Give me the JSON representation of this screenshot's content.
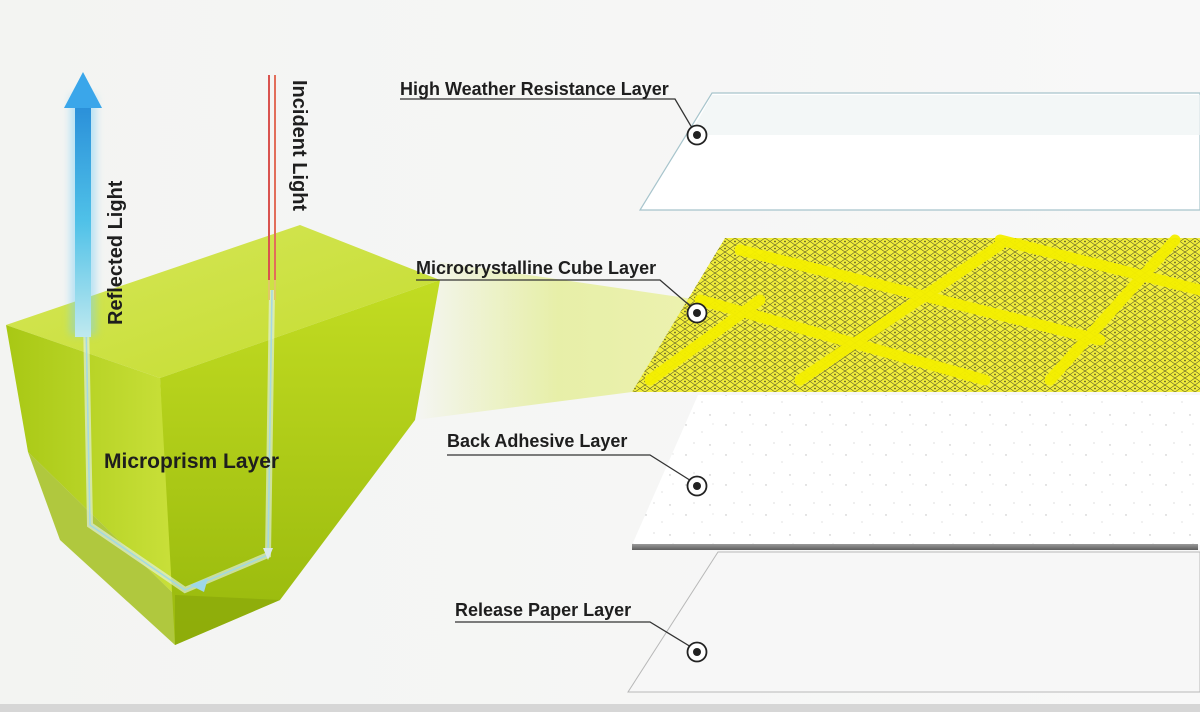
{
  "arrows": {
    "reflected": "Reflected Light",
    "incident": "Incident Light"
  },
  "prism": {
    "label": "Microprism Layer"
  },
  "layers": [
    {
      "label": "High Weather Resistance Layer"
    },
    {
      "label": "Microcrystalline Cube Layer"
    },
    {
      "label": "Back Adhesive Layer"
    },
    {
      "label": "Release Paper Layer"
    }
  ],
  "colors": {
    "prism": "#b9d61c",
    "microcube_highlight": "#f5f000",
    "reflected_arrow": "#3fb4ec",
    "incident_arrow": "#d9534f",
    "label_text": "#1e1e1e"
  },
  "icons": {
    "layer_marker": "target-dot-icon",
    "reflected": "arrow-up-icon"
  }
}
